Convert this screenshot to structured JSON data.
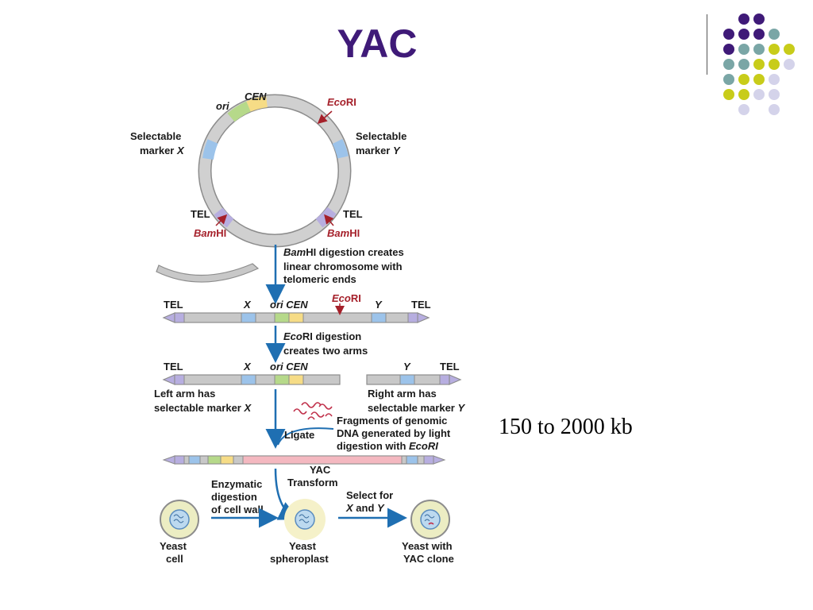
{
  "slide": {
    "title": "YAC",
    "side_note": "150 to 2000 kb"
  },
  "colors": {
    "title": "#3f1a78",
    "chromosome_gray": "#c8c8c8",
    "ori_green": "#b6d98a",
    "cen_yellow": "#f6dc86",
    "marker_blue": "#9cc3ea",
    "tel_purple": "#b7aee0",
    "red_site": "#a5202a",
    "arrow_blue": "#1f6fb2",
    "insert_pink": "#f4b8c0",
    "dot_purple": "#3f1a78",
    "dot_teal": "#7aa6a6",
    "dot_olive": "#c8cc1a",
    "dot_lavender": "#d4d3ea"
  },
  "circle": {
    "ori": "ori",
    "cen": "CEN",
    "ecori": "EcoRI",
    "sel_x_line1": "Selectable",
    "sel_x_line2": "marker",
    "sel_x_var": "X",
    "sel_y_line1": "Selectable",
    "sel_y_line2": "marker",
    "sel_y_var": "Y",
    "tel_left": "TEL",
    "tel_right": "TEL",
    "bamhi_left": "BamHI",
    "bamhi_right": "BamHI"
  },
  "step1": {
    "line1_italic": "Bam",
    "line1_rest": "HI digestion creates",
    "line2": "linear chromosome with",
    "line3": "telomeric ends"
  },
  "linear": {
    "tel_left": "TEL",
    "x": "X",
    "ori": "ori",
    "cen": "CEN",
    "ecori": "EcoRI",
    "y": "Y",
    "tel_right": "TEL"
  },
  "step2": {
    "line1_italic": "Eco",
    "line1_rest": "RI digestion",
    "line2": "creates two arms"
  },
  "arms": {
    "tel_left": "TEL",
    "x": "X",
    "ori": "ori",
    "cen": "CEN",
    "y": "Y",
    "tel_right": "TEL",
    "left_line1": "Left arm has",
    "left_line2": "selectable marker",
    "left_var": "X",
    "right_line1": "Right arm has",
    "right_line2": "selectable marker",
    "right_var": "Y"
  },
  "ligate": {
    "label": "Ligate",
    "frag_line1": "Fragments of genomic",
    "frag_line2": "DNA generated by light",
    "frag_line3": "digestion with",
    "frag_line3_italic": "EcoRI"
  },
  "yac": {
    "label": "YAC"
  },
  "transform": {
    "label": "Transform",
    "enz_line1": "Enzymatic",
    "enz_line2": "digestion",
    "enz_line3": "of cell wall",
    "select_line1": "Select for",
    "select_x": "X",
    "select_and": "and",
    "select_y": "Y",
    "yeast1_line1": "Yeast",
    "yeast1_line2": "cell",
    "yeast2_line1": "Yeast",
    "yeast2_line2": "spheroplast",
    "yeast3_line1": "Yeast with",
    "yeast3_line2": "YAC clone"
  }
}
